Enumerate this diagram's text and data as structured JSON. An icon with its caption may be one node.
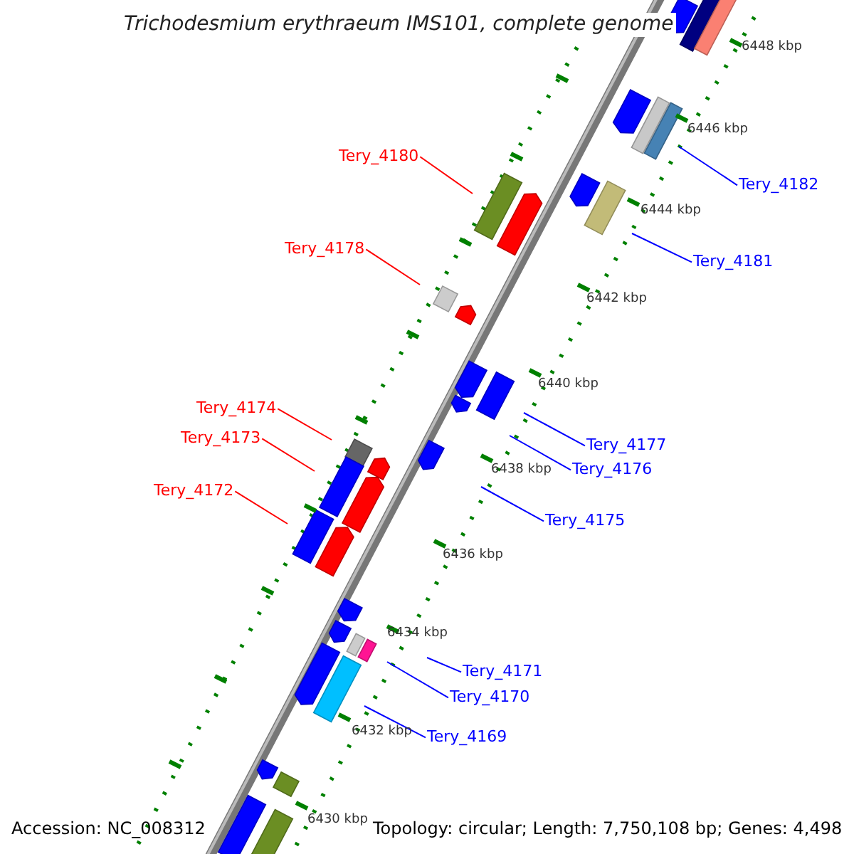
{
  "diagram": {
    "title": "Trichodesmium erythraeum IMS101, complete genome",
    "nodes": [
      {
        "text": [
          "Tery_4180"
        ]
      },
      {
        "text": [
          "Tery_4178"
        ]
      },
      {
        "text": [
          "Tery_4174"
        ]
      },
      {
        "text": [
          "Tery_4173"
        ]
      },
      {
        "text": [
          "Tery_4172"
        ]
      },
      {
        "text": [
          "Tery_4182"
        ]
      },
      {
        "text": [
          "Tery_4181"
        ]
      },
      {
        "text": [
          "Tery_4177"
        ]
      },
      {
        "text": [
          "Tery_4176"
        ]
      },
      {
        "text": [
          "Tery_4175"
        ]
      },
      {
        "text": [
          "Tery_4171"
        ]
      },
      {
        "text": [
          "Tery_4170"
        ]
      },
      {
        "text": [
          "Tery_4169"
        ]
      }
    ],
    "edges": [
      {
        "from": 0,
        "to": null,
        "arrow": "none",
        "color": "#ff0000"
      },
      {
        "from": 1,
        "to": null,
        "arrow": "none",
        "color": "#ff0000"
      },
      {
        "from": 2,
        "to": null,
        "arrow": "none",
        "color": "#ff0000"
      },
      {
        "from": 3,
        "to": null,
        "arrow": "none",
        "color": "#ff0000"
      },
      {
        "from": 4,
        "to": null,
        "arrow": "none",
        "color": "#ff0000"
      },
      {
        "from": 5,
        "to": null,
        "arrow": "none"
      },
      {
        "from": 6,
        "to": null,
        "arrow": "none"
      },
      {
        "from": 7,
        "to": null,
        "arrow": "none"
      },
      {
        "from": 8,
        "to": null,
        "arrow": "none"
      },
      {
        "from": 9,
        "to": null,
        "arrow": "none"
      },
      {
        "from": 10,
        "to": null,
        "arrow": "none"
      },
      {
        "from": 11,
        "to": null,
        "arrow": "none"
      },
      {
        "from": 12,
        "to": null,
        "arrow": "none"
      }
    ],
    "labels": [
      "6448 kbp",
      "6446 kbp",
      "6444 kbp",
      "6442 kbp",
      "6440 kbp",
      "6438 kbp",
      "6436 kbp",
      "6434 kbp",
      "6432 kbp",
      "6430 kbp",
      "Accession: NC_008312",
      "Topology: circular; Length: 7,750,108 bp; Genes: 4,498"
    ]
  }
}
